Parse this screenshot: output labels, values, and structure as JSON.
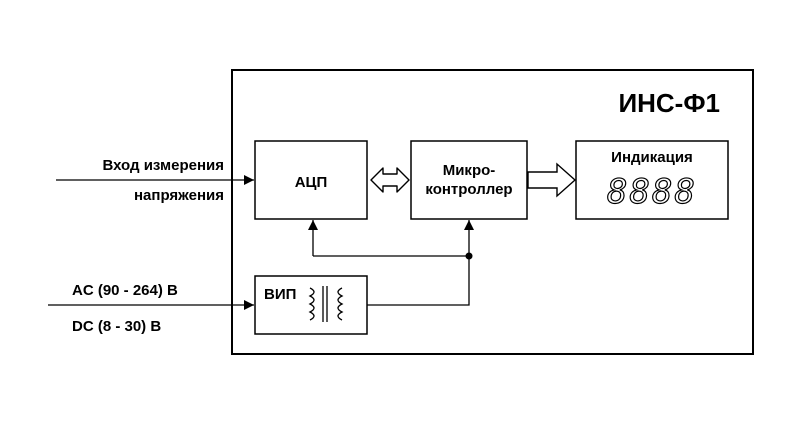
{
  "device": {
    "title": "ИНС-Ф1"
  },
  "inputs": {
    "measure_line1": "Вход измерения",
    "measure_line2": "напряжения",
    "power_ac": "AC (90 - 264) В",
    "power_dc": "DC (8 - 30) В"
  },
  "blocks": {
    "adc": "АЦП",
    "mcu_line1": "Микро-",
    "mcu_line2": "контроллер",
    "indication_title": "Индикация",
    "indication_display": "8888",
    "power_supply": "ВИП"
  },
  "colors": {
    "line": "#000000",
    "background": "#ffffff"
  },
  "icons": {
    "transformer": "transformer-icon",
    "bidirectional_arrow": "double-hollow-arrow",
    "output_arrow": "hollow-arrow-right",
    "junction": "junction-dot"
  }
}
